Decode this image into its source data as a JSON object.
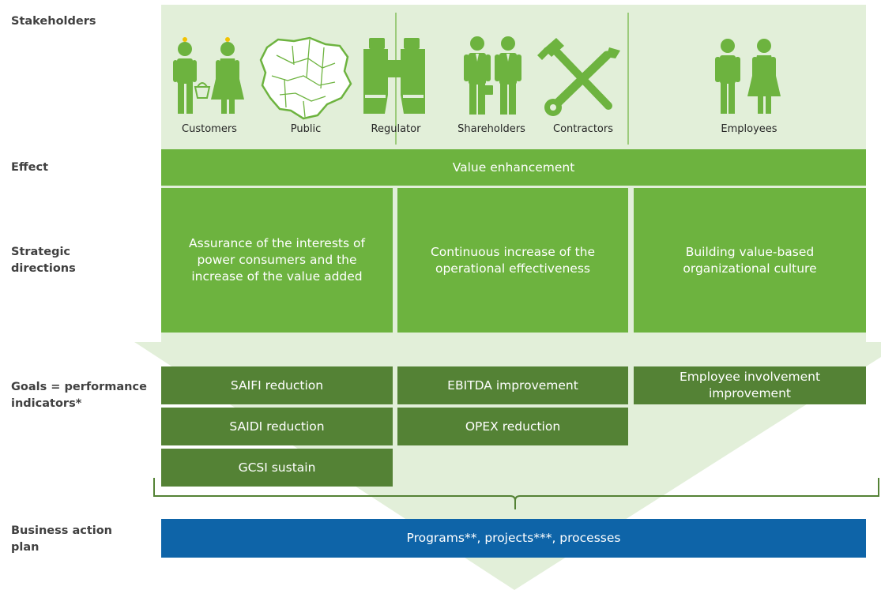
{
  "rows": {
    "stakeholders": "Stakeholders",
    "effect": "Effect",
    "strategic": [
      "Strategic",
      "directions"
    ],
    "goals": [
      "Goals = performance",
      "indicators*"
    ],
    "plan": [
      "Business action",
      "plan"
    ]
  },
  "stakeholders": [
    "Customers",
    "Public",
    "Regulator",
    "Shareholders",
    "Contractors",
    "Employees"
  ],
  "effect": "Value  enhancement",
  "directions": [
    [
      "Assurance of the interests of",
      "power consumers and the",
      "increase of the value added"
    ],
    [
      "Continuous increase of the",
      "operational effectiveness"
    ],
    [
      "Building value-based",
      "organizational culture"
    ]
  ],
  "goals": {
    "col1": [
      "SAIFI reduction",
      "SAIDI reduction",
      "GCSI sustain"
    ],
    "col2": [
      "EBITDA improvement",
      "OPEX reduction"
    ],
    "col3": [
      [
        "Employee involvement",
        "improvement"
      ]
    ]
  },
  "plan": "Programs**, projects***, processes",
  "colors": {
    "band": "#e2efd9",
    "direction": "#6db33f",
    "goal": "#548235",
    "plan": "#0e64a8",
    "icon": "#6db33f",
    "bracket": "#548235"
  },
  "icons": [
    "customers-icon",
    "lithuania-map-icon",
    "binoculars-icon",
    "shareholders-icon",
    "tools-icon",
    "employees-icon"
  ]
}
